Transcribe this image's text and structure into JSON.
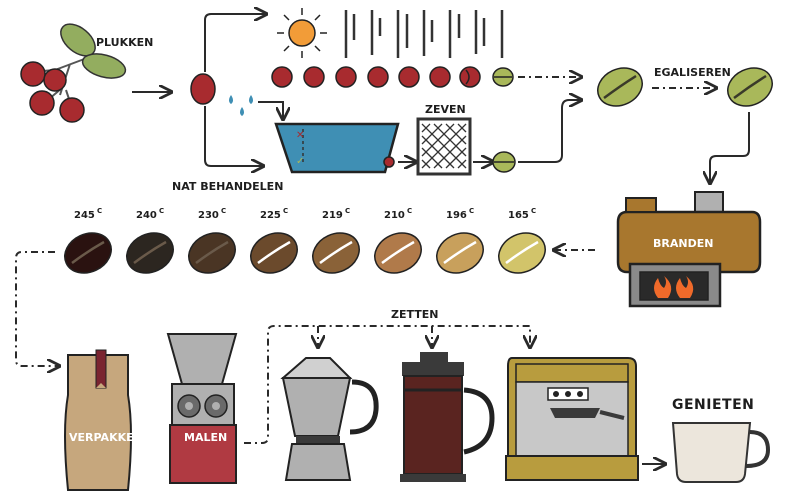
{
  "steps": {
    "pick": "PLUKKEN",
    "wet": "NAT BEHANDELEN",
    "sieve": "ZEVEN",
    "even": "EGALISEREN",
    "roast": "BRANDEN",
    "pack": "VERPAKKEN",
    "grind": "MALEN",
    "brew": "ZETTEN",
    "enjoy": "GENIETEN"
  },
  "roast_levels": [
    {
      "temp": "245",
      "unit": "C",
      "color": "#2a1210"
    },
    {
      "temp": "240",
      "unit": "C",
      "color": "#2c2620"
    },
    {
      "temp": "230",
      "unit": "C",
      "color": "#4a3524"
    },
    {
      "temp": "225",
      "unit": "C",
      "color": "#6b4a2c"
    },
    {
      "temp": "219",
      "unit": "C",
      "color": "#8a6238"
    },
    {
      "temp": "210",
      "unit": "C",
      "color": "#b07a4a"
    },
    {
      "temp": "196",
      "unit": "C",
      "color": "#c8a05c"
    },
    {
      "temp": "165",
      "unit": "C",
      "color": "#d2c46a"
    }
  ],
  "colors": {
    "cherry_red": "#a82b2f",
    "leaf_green": "#8fa85a",
    "green_bean": "#a9b85a",
    "water_blue": "#3f8fb4",
    "sun_orange": "#f29c38",
    "roaster_brown": "#a8772e",
    "pack_paper": "#c6a77d",
    "grinder_red": "#b03a42",
    "steel_gray": "#b0b0b0",
    "espresso_gold": "#b89c3e",
    "cup_cream": "#ece6dc"
  }
}
